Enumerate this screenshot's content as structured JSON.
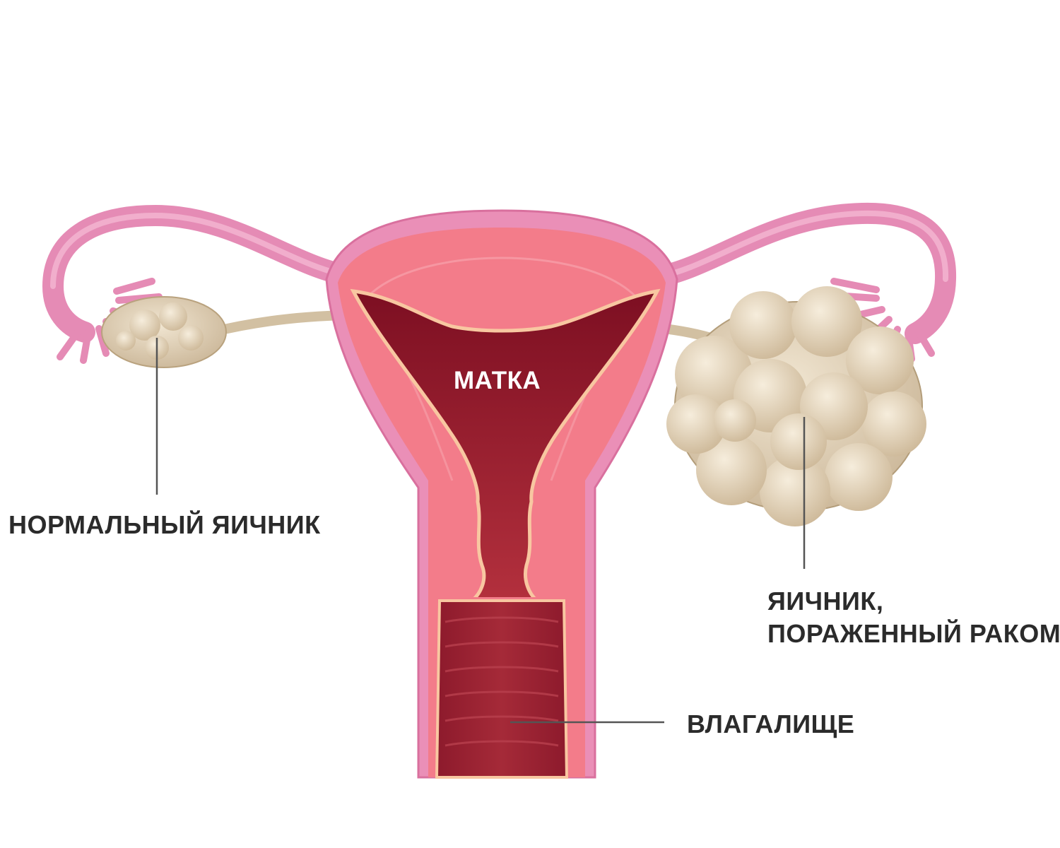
{
  "labels": {
    "uterus": "МАТКА",
    "normal_ovary": "НОРМАЛЬНЫЙ ЯИЧНИК",
    "cancer_ovary_line1": "ЯИЧНИК,",
    "cancer_ovary_line2": "ПОРАЖЕННЫЙ РАКОМ",
    "vagina": "ВЛАГАЛИЩЕ"
  },
  "colors": {
    "tube_pink": "#e58bb5",
    "uterus_wall": "#f27e8c",
    "uterus_cavity": "#9e1e33",
    "ovary": "#dccbb1",
    "leader_line": "#555555",
    "label_text": "#2b2b2b"
  }
}
